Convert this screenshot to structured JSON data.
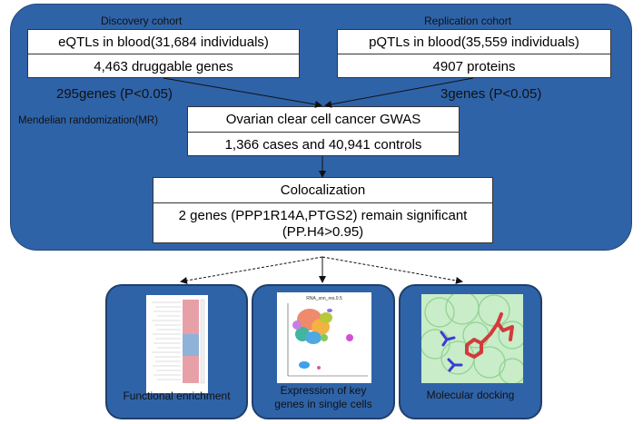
{
  "discovery": {
    "cohort_label": "Discovery cohort",
    "line1": "eQTLs in blood(31,684 individuals)",
    "line2": "4,463 druggable genes",
    "result": "295genes (P<0.05)"
  },
  "replication": {
    "cohort_label": "Replication cohort",
    "line1": "pQTLs in blood(35,559 individuals)",
    "line2": "4907 proteins",
    "result": "3genes (P<0.05)"
  },
  "mr": {
    "label": "Mendelian randomization(MR)",
    "line1": "Ovarian clear cell cancer GWAS",
    "line2": "1,366 cases and 40,941 controls"
  },
  "colocalization": {
    "title": "Colocalization",
    "line2a": "2 genes (PPP1R14A,PTGS2) remain significant",
    "line2b": "(PP.H4>0.95)"
  },
  "panels": [
    {
      "caption": "Functional enrichment",
      "icon": "enrichment-heatmap"
    },
    {
      "caption_a": "Expression of key",
      "caption_b": "genes in single cells",
      "icon": "umap-plot",
      "plot_title": "RNA_snn_res.0.5"
    },
    {
      "caption": "Molecular docking",
      "icon": "molecule-structure"
    }
  ],
  "colors": {
    "panel_blue": "#2f63a8",
    "box_white": "#ffffff",
    "ligand_red": "#d23b3b",
    "protein_green": "#9fdc9f"
  }
}
